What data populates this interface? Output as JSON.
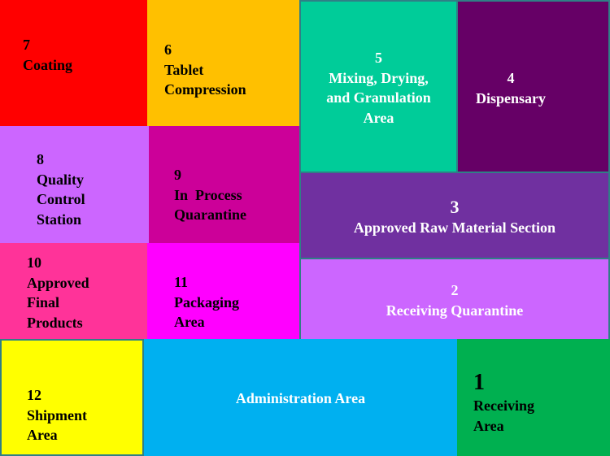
{
  "rooms": {
    "r7": {
      "number": "7",
      "lines": [
        "Coating"
      ],
      "color": "#ff0000"
    },
    "r6": {
      "number": "6",
      "lines": [
        "Tablet",
        "Compression"
      ],
      "color": "#ffc000"
    },
    "r5": {
      "number": "5",
      "lines": [
        "Mixing, Drying,",
        "and Granulation",
        "Area"
      ],
      "color": "#00cc99"
    },
    "r4": {
      "number": "4",
      "lines": [
        "Dispensary"
      ],
      "color": "#660066"
    },
    "r8": {
      "number": "8",
      "lines": [
        "Quality",
        "Control",
        "Station"
      ],
      "color": "#cc66ff"
    },
    "r9": {
      "number": "9",
      "lines": [
        "In  Process",
        "Quarantine"
      ],
      "color": "#cc0099"
    },
    "r3": {
      "number": "3",
      "lines": [
        "Approved Raw Material Section"
      ],
      "color": "#7030a0"
    },
    "r10": {
      "number": "10",
      "lines": [
        "Approved",
        "Final",
        "Products"
      ],
      "color": "#ff3399"
    },
    "r11": {
      "number": "11",
      "lines": [
        "Packaging",
        "Area"
      ],
      "color": "#ff00ff"
    },
    "r2": {
      "number": "2",
      "lines": [
        "Receiving Quarantine"
      ],
      "color": "#cc66ff"
    },
    "r12": {
      "number": "12",
      "lines": [
        "Shipment",
        "Area"
      ],
      "color": "#ffff00"
    },
    "admin": {
      "lines": [
        "Administration Area"
      ],
      "color": "#00b0f0"
    },
    "r1": {
      "number": "1",
      "lines": [
        "Receiving",
        "Area"
      ],
      "color": "#00b050"
    }
  }
}
